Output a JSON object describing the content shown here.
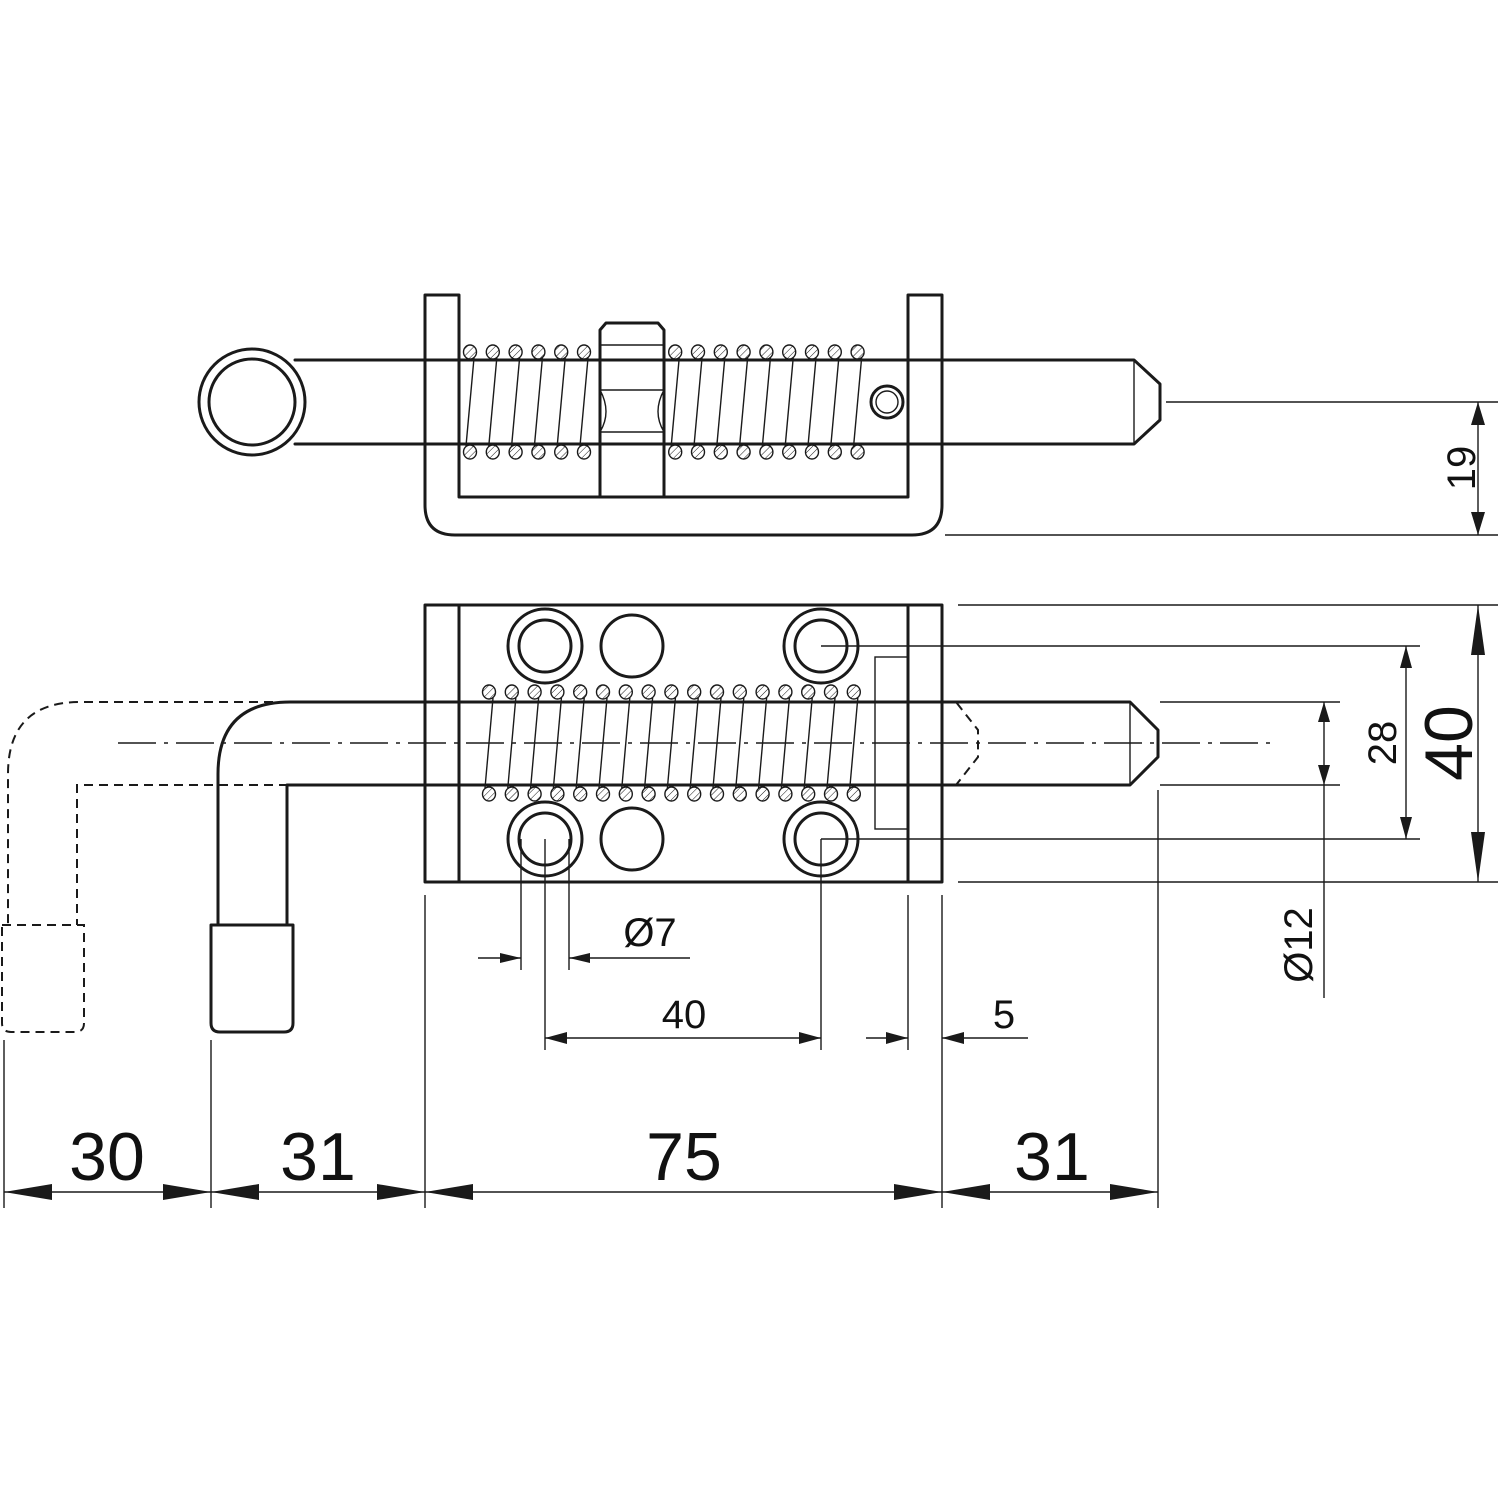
{
  "dimensions": {
    "overall_height_top_view": "19",
    "bracket_height": "40",
    "hole_spacing_vertical": "28",
    "pin_diameter": "Ø12",
    "hole_diameter": "Ø7",
    "hole_spacing_horizontal": "40",
    "side_plate_thickness": "5",
    "handle_swing": "30",
    "handle_offset": "31",
    "bracket_length": "75",
    "pin_protrusion": "31"
  }
}
